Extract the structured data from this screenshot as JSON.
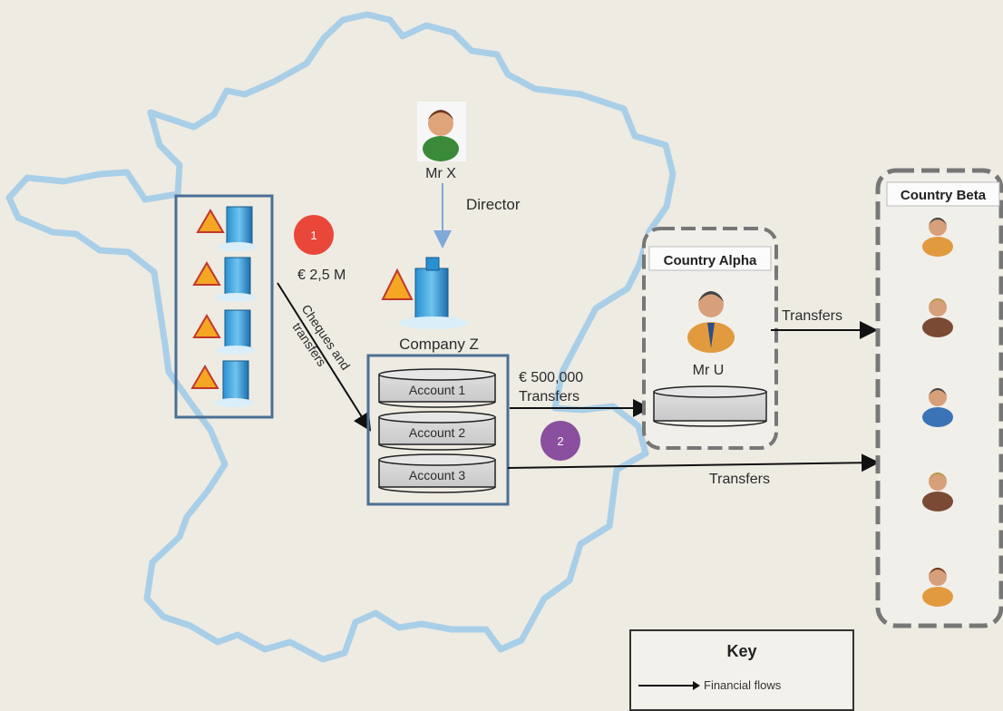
{
  "persons": {
    "mr_x": "Mr X",
    "mr_u": "Mr U"
  },
  "labels": {
    "director": "Director",
    "company_z": "Company Z",
    "amount_1": "€ 2,5 M",
    "cheques_line1": "Cheques and",
    "cheques_line2": "transfers",
    "amount_2": "€ 500,000",
    "transfers": "Transfers"
  },
  "accounts": [
    "Account 1",
    "Account 2",
    "Account 3"
  ],
  "countries": {
    "alpha": "Country Alpha",
    "beta": "Country Beta"
  },
  "steps": [
    {
      "number": "1",
      "color": "#e8473a"
    },
    {
      "number": "2",
      "color": "#8a4f9e"
    }
  ],
  "key": {
    "title": "Key",
    "financial_flows": "Financial flows"
  },
  "colors": {
    "map_outline": "#a9cfe8",
    "box_border": "#4a6f94",
    "arrow_blue": "#7fa9d8"
  }
}
